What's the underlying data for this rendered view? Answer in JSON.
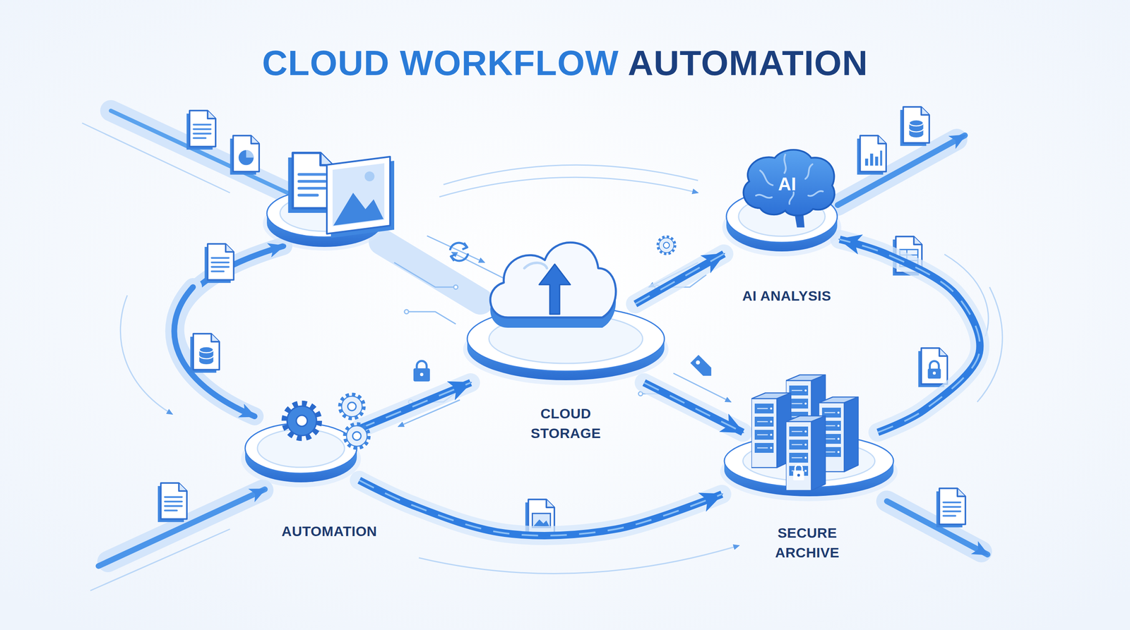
{
  "diagram": {
    "title": "CLOUD WORKFLOW AUTOMATION",
    "nodes": [
      {
        "text": [
          "AI ANALYSIS"
        ]
      },
      {
        "text": [
          "CLOUD STORAGE"
        ]
      },
      {
        "text": [
          "AUTOMATION"
        ]
      },
      {
        "text": [
          "SECURE ARCHIVE"
        ]
      }
    ],
    "edges": [
      {
        "from": 1,
        "to": 0,
        "arrow": "to"
      },
      {
        "from": 2,
        "to": 1,
        "arrow": "to"
      },
      {
        "from": 1,
        "to": 3,
        "arrow": "to"
      },
      {
        "from": 3,
        "to": 0,
        "arrow": "to"
      },
      {
        "from": 2,
        "to": 3,
        "arrow": "to"
      }
    ],
    "labels": [
      "AI"
    ]
  }
}
